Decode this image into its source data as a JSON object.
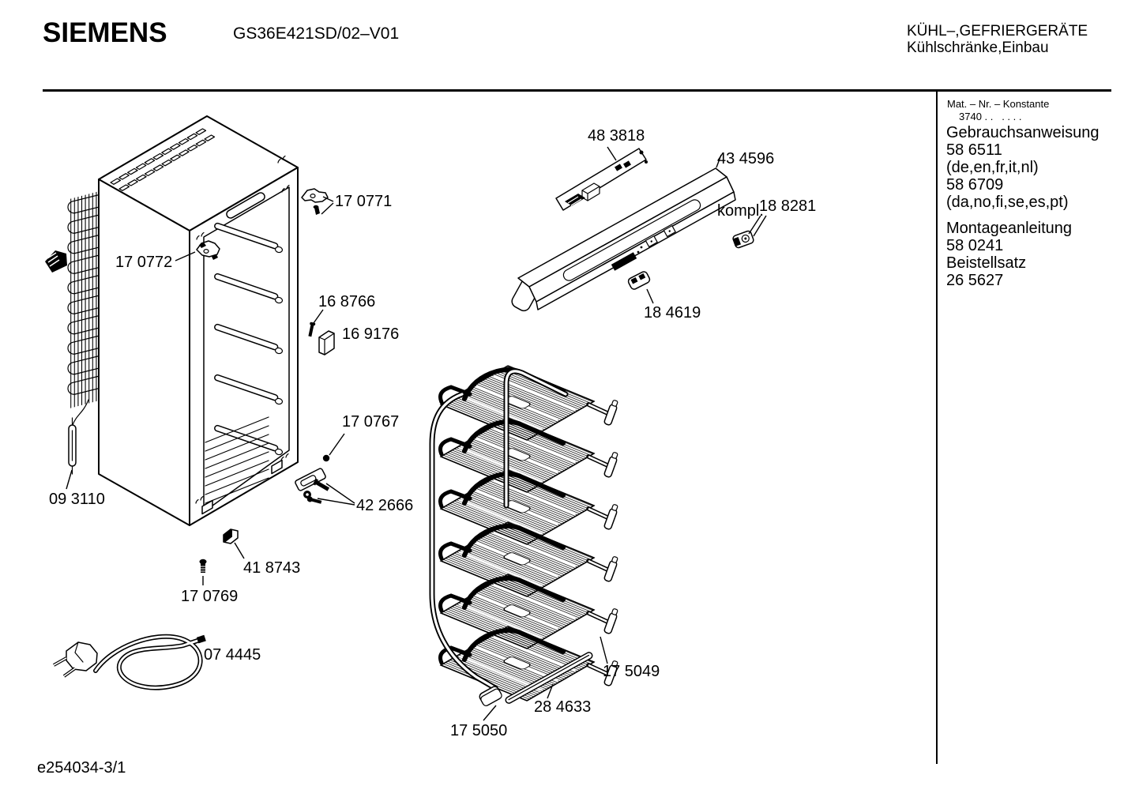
{
  "header": {
    "brand": "SIEMENS",
    "model": "GS36E421SD/02–V01",
    "category_line1": "KÜHL–,GEFRIERGERÄTE",
    "category_line2": "Kühlschränke,Einbau"
  },
  "info_panel": {
    "mat_nr_line": "Mat. – Nr. – Konstante",
    "konstante_value": "3740 . .   . . . .",
    "items": [
      "Gebrauchsanweisung",
      "58 6511",
      "(de,en,fr,it,nl)",
      "58 6709",
      "(da,no,fi,se,es,pt)",
      "Montageanleitung",
      "58 0241",
      "Beistellsatz",
      "26 5627"
    ]
  },
  "parts": [
    {
      "label": "17 0771"
    },
    {
      "label": "17 0772"
    },
    {
      "label": "16 8766"
    },
    {
      "label": "16 9176"
    },
    {
      "label": "17 0767"
    },
    {
      "label": "09 3110"
    },
    {
      "label": "42 2666"
    },
    {
      "label": "41 8743"
    },
    {
      "label": "17 0769"
    },
    {
      "label": "07 4445"
    },
    {
      "label": "48 3818"
    },
    {
      "label": "18 8281"
    },
    {
      "label": "18 4619"
    },
    {
      "label": "17 5049"
    },
    {
      "label": "28 4633"
    },
    {
      "label": "17 5050"
    },
    {
      "label": "43 4596",
      "sublabel": "kompl."
    }
  ],
  "footer": {
    "doc_ref": "e254034-3/1"
  }
}
